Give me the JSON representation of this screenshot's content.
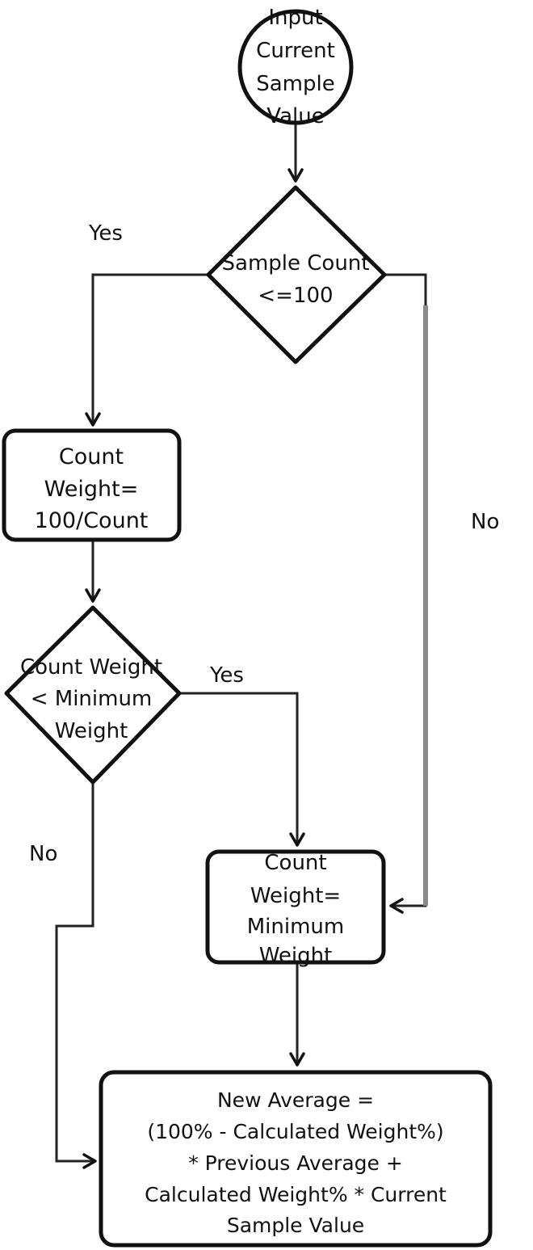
{
  "nodes": {
    "start": [
      "Input",
      "Current",
      "Sample",
      "Value"
    ],
    "decision_count": [
      "Sample Count",
      "<=100"
    ],
    "process_count_weight": [
      "Count",
      "Weight=",
      "100/Count"
    ],
    "decision_min_weight": [
      "Count Weight",
      "< Minimum",
      "Weight"
    ],
    "process_min_weight": [
      "Count",
      "Weight=",
      "Minimum",
      "Weight"
    ],
    "process_new_average": [
      "New Average =",
      "(100% - Calculated Weight%)",
      "* Previous Average +",
      "Calculated Weight% * Current",
      "Sample Value"
    ]
  },
  "edges": {
    "count_yes": "Yes",
    "count_no": "No",
    "min_yes": "Yes",
    "min_no": "No"
  }
}
